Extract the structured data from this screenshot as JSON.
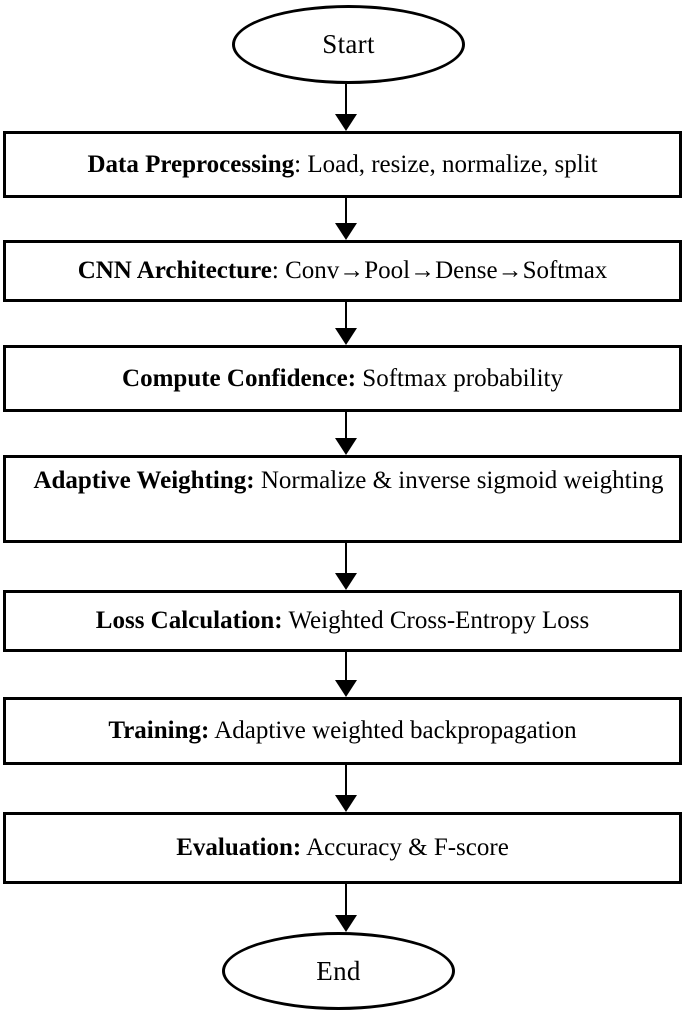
{
  "diagram": {
    "title": "CNN adaptive weighted training pipeline flowchart",
    "line_color": "#000000",
    "background_color": "#ffffff",
    "nodes": [
      {
        "id": "start",
        "type": "terminator",
        "label": "Start"
      },
      {
        "id": "data-preprocessing",
        "type": "process",
        "lead": "Data Preprocessing",
        "separator": ": ",
        "rest": "Load, resize, normalize, split",
        "full": "Data Preprocessing: Load, resize, normalize, split"
      },
      {
        "id": "cnn-architecture",
        "type": "process",
        "lead": "CNN Architecture",
        "separator": ":  ",
        "rest": "Conv→Pool→Dense→Softmax",
        "full": "CNN Architecture:  Conv→Pool→Dense→Softmax"
      },
      {
        "id": "compute-confidence",
        "type": "process",
        "lead": "Compute Confidence:",
        "separator": " ",
        "rest": "Softmax probability",
        "full": "Compute Confidence: Softmax probability"
      },
      {
        "id": "adaptive-weighting",
        "type": "process",
        "lead": "Adaptive Weighting:",
        "separator": " ",
        "rest": "Normalize & inverse sigmoid weighting",
        "full": "Adaptive Weighting: Normalize & inverse sigmoid weighting"
      },
      {
        "id": "loss-calculation",
        "type": "process",
        "lead": "Loss Calculation:",
        "separator": " ",
        "rest": "Weighted Cross-Entropy Loss",
        "full": "Loss Calculation: Weighted Cross-Entropy Loss"
      },
      {
        "id": "training",
        "type": "process",
        "lead": "Training:",
        "separator": " ",
        "rest": "Adaptive weighted backpropagation",
        "full": "Training: Adaptive weighted backpropagation"
      },
      {
        "id": "evaluation",
        "type": "process",
        "lead": "Evaluation:",
        "separator": " ",
        "rest": "Accuracy & F-score",
        "full": "Evaluation: Accuracy & F-score"
      },
      {
        "id": "end",
        "type": "terminator",
        "label": "End"
      }
    ],
    "edges": [
      {
        "id": "edge-start-data",
        "from": "start",
        "to": "data-preprocessing",
        "label": ""
      },
      {
        "id": "edge-data-cnn",
        "from": "data-preprocessing",
        "to": "cnn-architecture",
        "label": ""
      },
      {
        "id": "edge-cnn-confidence",
        "from": "cnn-architecture",
        "to": "compute-confidence",
        "label": ""
      },
      {
        "id": "edge-confidence-weighting",
        "from": "compute-confidence",
        "to": "adaptive-weighting",
        "label": ""
      },
      {
        "id": "edge-weighting-loss",
        "from": "adaptive-weighting",
        "to": "loss-calculation",
        "label": ""
      },
      {
        "id": "edge-loss-training",
        "from": "loss-calculation",
        "to": "training",
        "label": ""
      },
      {
        "id": "edge-training-evaluation",
        "from": "training",
        "to": "evaluation",
        "label": ""
      },
      {
        "id": "edge-evaluation-end",
        "from": "evaluation",
        "to": "end",
        "label": ""
      }
    ]
  }
}
